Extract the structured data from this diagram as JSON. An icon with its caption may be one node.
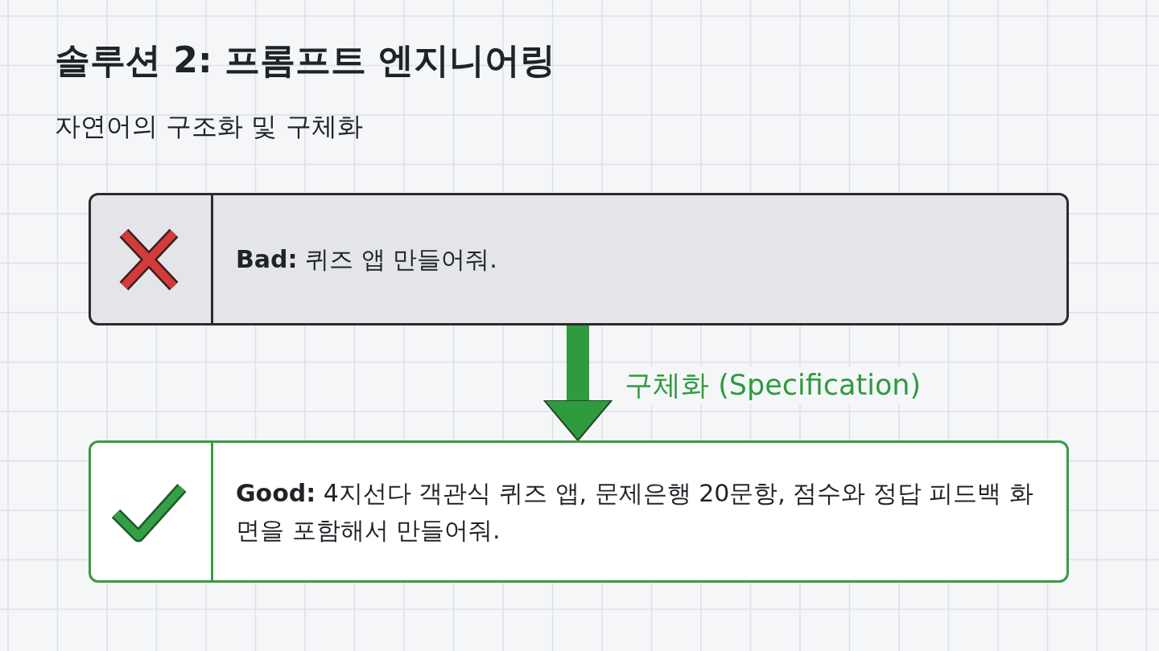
{
  "diagram": {
    "title": "솔루션 2: 프롬프트 엔지니어링",
    "nodes": [
      {
        "text": [
          "**Bad:** 퀴즈 앱 만들어줘."
        ]
      },
      {
        "text": [
          "**Good:** 4지선다 객관식 퀴즈 앱, 문제은행 20문항, 점수와 정답 피드백 화면을 포함해서 만들어줘."
        ]
      }
    ],
    "edges": [
      {
        "from": 0,
        "to": 1,
        "arrow": "to",
        "label": "구체화 (Specification)",
        "color": "#2e9b3f"
      }
    ],
    "labels": [
      "자연어의 구조화 및 구체화"
    ]
  }
}
